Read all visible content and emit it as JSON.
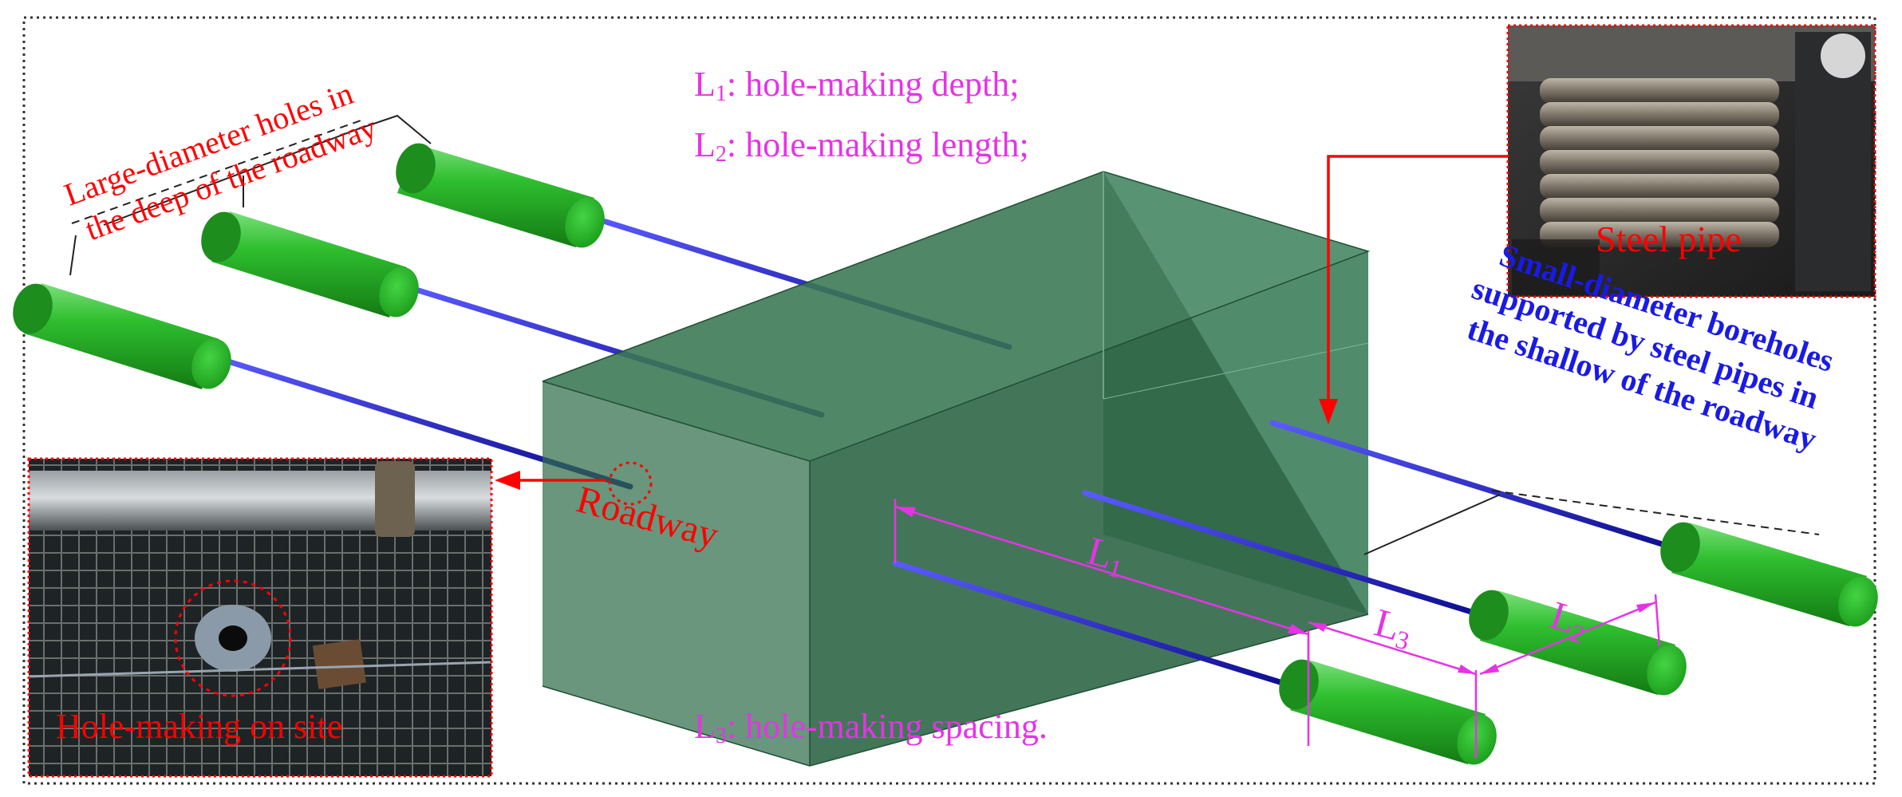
{
  "legend": {
    "l1_symbol": "L",
    "l1_sub": "1",
    "l1_text": ": hole-making  depth;",
    "l2_symbol": "L",
    "l2_sub": "2",
    "l2_text": ": hole-making  length;",
    "l3_symbol": "L",
    "l3_sub": "3",
    "l3_text": ": hole-making spacing."
  },
  "labels": {
    "large_holes_line1": "Large-diameter holes in",
    "large_holes_line2": "the deep of the roadway",
    "small_boreholes_line1": "Small-diameter boreholes",
    "small_boreholes_line2": "supported by steel pipes in",
    "small_boreholes_line3": "the shallow of the roadway",
    "roadway": "Roadway",
    "dim_l1": "L",
    "dim_l1_sub": "1",
    "dim_l2": "L",
    "dim_l2_sub": "2",
    "dim_l3": "L",
    "dim_l3_sub": "3"
  },
  "photos": {
    "steel_pipe_caption": "Steel pipe",
    "hole_making_caption": "Hole-making on site"
  },
  "colors": {
    "magenta": "#e633e6",
    "red": "#ff0000",
    "blue": "#1a1ae6",
    "tube_green": "#22b222",
    "box_green": "#2e6b48"
  }
}
